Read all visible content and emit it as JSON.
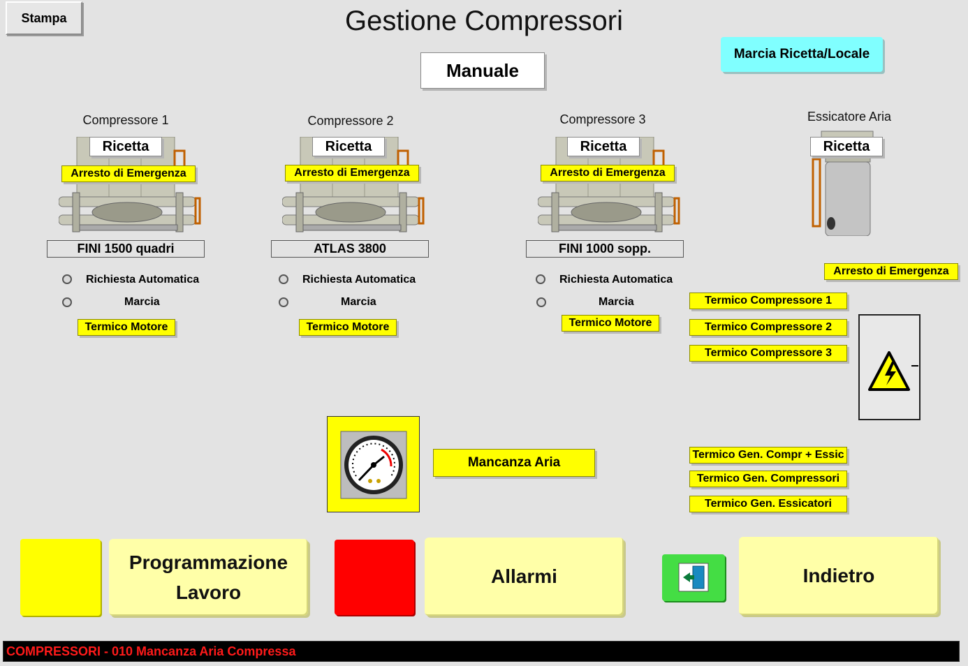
{
  "header": {
    "title": "Gestione Compressori",
    "print_label": "Stampa",
    "mode_label": "Manuale",
    "recipe_local_label": "Marcia Ricetta/Locale"
  },
  "compressors": [
    {
      "title": "Compressore 1",
      "recipe": "Ricetta",
      "emergency": "Arresto di Emergenza",
      "model": "FINI 1500 quadri",
      "auto_request": "Richiesta Automatica",
      "run": "Marcia",
      "thermal": "Termico Motore"
    },
    {
      "title": "Compressore 2",
      "recipe": "Ricetta",
      "emergency": "Arresto di Emergenza",
      "model": "ATLAS  3800",
      "auto_request": "Richiesta Automatica",
      "run": "Marcia",
      "thermal": "Termico Motore"
    },
    {
      "title": "Compressore 3",
      "recipe": "Ricetta",
      "emergency": "Arresto di Emergenza",
      "model": "FINI 1000  sopp.",
      "auto_request": "Richiesta Automatica",
      "run": "Marcia",
      "thermal": "Termico Motore"
    }
  ],
  "dryer": {
    "title": "Essicatore Aria",
    "recipe": "Ricetta",
    "emergency": "Arresto di Emergenza"
  },
  "thermal_list": [
    "Termico Compressore 1",
    "Termico Compressore 2",
    "Termico Compressore 3"
  ],
  "general_thermal_list": [
    "Termico Gen. Compr + Essic",
    "Termico Gen. Compressori",
    "Termico Gen. Essicatori"
  ],
  "air": {
    "missing_label": "Mancanza Aria"
  },
  "bottom": {
    "programming_line1": "Programmazione",
    "programming_line2": "Lavoro",
    "alarms": "Allarmi",
    "back": "Indietro"
  },
  "status": {
    "message": "COMPRESSORI - 010 Mancanza Aria Compressa"
  },
  "icons": {
    "panel": "high-voltage-icon",
    "gauge": "pressure-gauge-icon",
    "exit": "exit-door-icon"
  },
  "colors": {
    "yellow": "#ffff00",
    "red": "#ff0000",
    "cyan": "#80ffff",
    "green": "#44dd44",
    "status_red": "#ff1a1a"
  }
}
